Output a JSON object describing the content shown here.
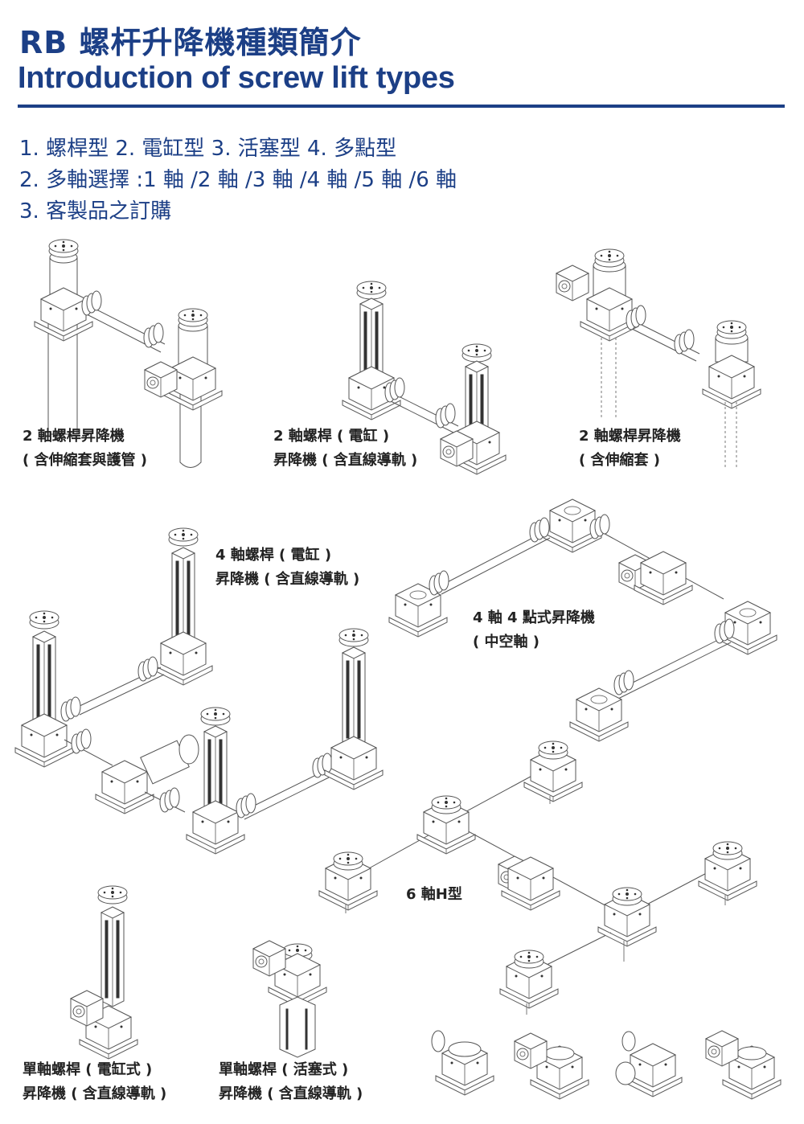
{
  "header": {
    "title_zh": "RB 螺杆升降機種類簡介",
    "title_en": "Introduction of screw lift types"
  },
  "features": [
    "1. 螺桿型 2. 電缸型 3. 活塞型 4. 多點型",
    "2. 多軸選擇 :1 軸 /2 軸 /3 軸 /4 軸 /5 軸 /6 軸",
    "3. 客製品之訂購"
  ],
  "captions": {
    "two_axis_bellows_tube": [
      "2 軸螺桿昇降機",
      "( 含伸縮套與護管 )"
    ],
    "two_axis_actuator": [
      "2 軸螺桿 ( 電缸 )",
      "昇降機 ( 含直線導軌 )"
    ],
    "two_axis_bellows": [
      "2 軸螺桿昇降機",
      "( 含伸縮套 )"
    ],
    "four_axis_actuator": [
      "4 軸螺桿 ( 電缸 )",
      "昇降機 ( 含直線導軌 )"
    ],
    "four_axis_four_point": [
      "4 軸 4 點式昇降機",
      "( 中空軸 )"
    ],
    "six_axis_h": [
      "6 軸H型"
    ],
    "single_axis_actuator": [
      "單軸螺桿 ( 電缸式 )",
      "昇降機 ( 含直線導軌 )"
    ],
    "single_axis_piston": [
      "單軸螺桿 ( 活塞式 )",
      "昇降機 ( 含直線導軌 )"
    ]
  },
  "colors": {
    "brand_blue": "#1c3f86",
    "caption_text": "#222222",
    "drawing_line": "#555555"
  }
}
